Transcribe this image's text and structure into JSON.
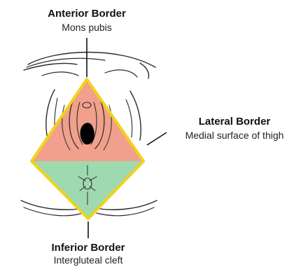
{
  "labels": {
    "anterior": {
      "title": "Anterior Border",
      "sub": "Mons pubis"
    },
    "lateral": {
      "title": "Lateral Border",
      "sub": "Medial surface of thigh"
    },
    "inferior": {
      "title": "Inferior Border",
      "sub": "Intergluteal cleft"
    }
  },
  "colors": {
    "border_outline": "#f2d21a",
    "upper_triangle_fill": "#f0a08c",
    "lower_triangle_fill": "#9fd9b0",
    "leader_line": "#111111"
  }
}
